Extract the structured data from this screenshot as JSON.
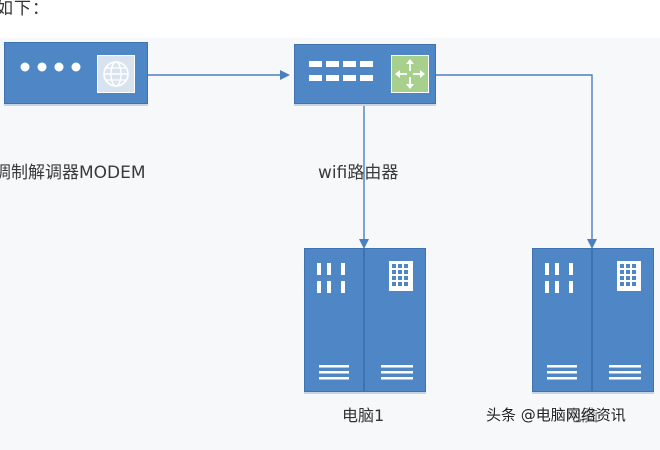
{
  "intro_text": "如下：",
  "devices": {
    "modem": {
      "label": "调制解调器MODEM",
      "icon": "globe-icon"
    },
    "router": {
      "label": "wifi路由器",
      "icon": "router-arrows-icon"
    },
    "pc1": {
      "label": "电脑1"
    },
    "pc2": {
      "label": "电脑"
    }
  },
  "watermark": "头条 @电脑网络资讯",
  "colors": {
    "device_blue": "#4f86c6",
    "router_icon_green": "#a8d08d",
    "connector_line": "#4a7fc0"
  }
}
